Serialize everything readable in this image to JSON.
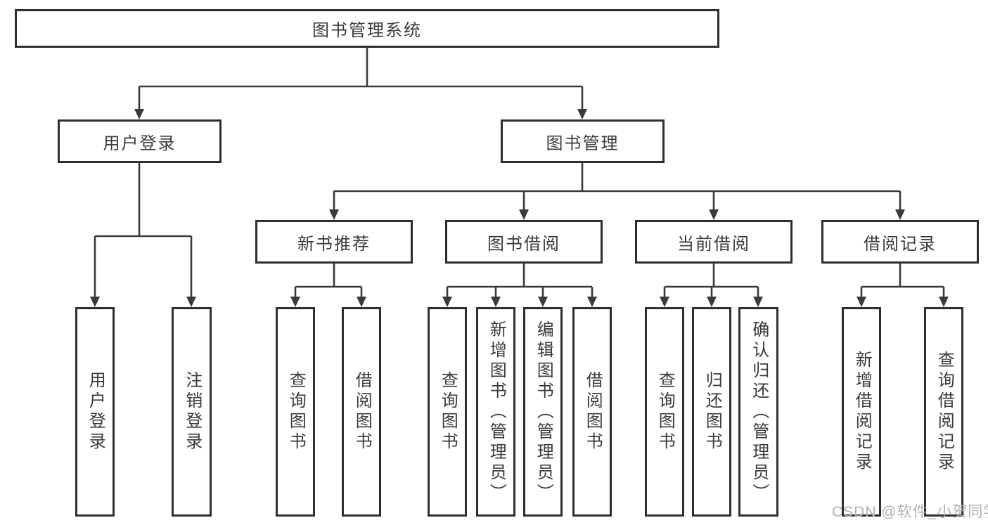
{
  "tree": {
    "root": {
      "label": "图书管理系统"
    },
    "level1": [
      {
        "label": "用户登录"
      },
      {
        "label": "图书管理"
      }
    ],
    "level2": [
      {
        "label": "新书推荐"
      },
      {
        "label": "图书借阅"
      },
      {
        "label": "当前借阅"
      },
      {
        "label": "借阅记录"
      }
    ],
    "leaves": {
      "user_login": [
        "用户登录",
        "注销登录"
      ],
      "new_book_recommend": [
        "查询图书",
        "借阅图书"
      ],
      "book_borrow": [
        "查询图书",
        "新增图书（管理员）",
        "编辑图书（管理员）",
        "借阅图书"
      ],
      "current_borrow": [
        "查询图书",
        "归还图书",
        "确认归还（管理员）"
      ],
      "borrow_records": [
        "新增借阅记录",
        "查询借阅记录"
      ]
    }
  },
  "watermark": {
    "text": "CSDN @软件_小贺同学"
  },
  "colors": {
    "line": "#3a3a3a",
    "box_border": "#2e2e2e",
    "text": "#3a3a3a",
    "watermark": "#b0b0b0",
    "background": "#ffffff"
  }
}
